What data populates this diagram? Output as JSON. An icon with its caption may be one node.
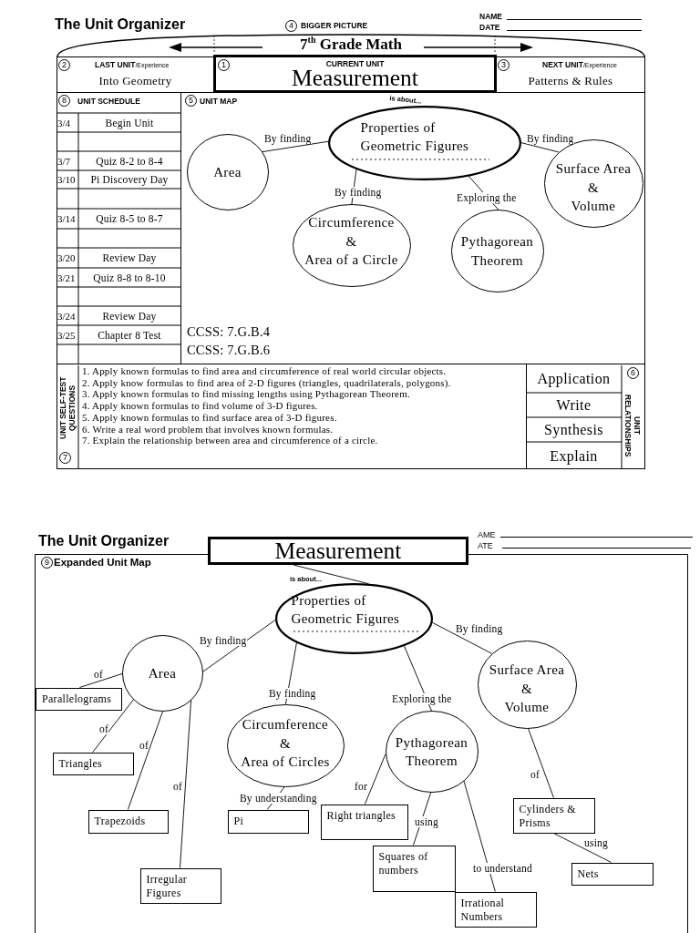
{
  "diagram": {
    "nodes": [
      {
        "text": [
          "BIGGER PICTURE",
          "7$^{th}$ Grade Math"
        ]
      },
      {
        "text": [
          "**LAST UNIT**/Experience",
          "Into Geometry"
        ]
      },
      {
        "text": [
          "CURRENT UNIT",
          "Measurement"
        ]
      },
      {
        "text": [
          "**NEXT UNIT**/Experience",
          "Patterns & Rules"
        ]
      },
      {
        "text": [
          "UNIT SCHEDULE"
        ]
      },
      {
        "text": [
          "UNIT MAP",
          "CCSS: 7.G.B.4",
          "CCSS: 7.G.B.6"
        ]
      },
      {
        "text": [
          "Properties of Geometric Figures"
        ],
        "in": 5
      },
      {
        "text": [
          "Area"
        ],
        "in": 5
      },
      {
        "text": [
          "Surface Area & Volume"
        ],
        "in": 5
      },
      {
        "text": [
          "Circumference & Area of a Circle"
        ],
        "in": 5
      },
      {
        "text": [
          "Pythagorean Theorem"
        ],
        "in": 5
      },
      {
        "text": [
          "UNIT SELF-TEST QUESTIONS",
          "1. Apply known formulas to find area and circumference of real world circular objects.",
          "2. Apply know formulas to find area of 2-D figures (triangles, quadrilaterals, polygons).",
          "3. Apply known formulas to find missing lengths using Pythagorean Theorem.",
          "4. Apply known formulas to find volume of 3-D figures.",
          "5. Apply known formulas to find surface area of 3-D figures.",
          "6. Write a real word problem that involves known formulas.",
          "7. Explain the relationship between area and circumference of a circle."
        ]
      },
      {
        "text": [
          "UNIT RELATIONSHIPS"
        ]
      },
      {
        "text": [
          "Measurement"
        ]
      },
      {
        "text": [
          "Expanded Unit Map"
        ]
      },
      {
        "text": [
          "Properties of Geometric Figures"
        ],
        "in": 14
      },
      {
        "text": [
          "Area"
        ],
        "in": 14
      },
      {
        "text": [
          "Circumference & Area of Circles"
        ],
        "in": 14
      },
      {
        "text": [
          "Pythagorean Theorem"
        ],
        "in": 14
      },
      {
        "text": [
          "Surface Area & Volume"
        ],
        "in": 14
      },
      {
        "text": [
          "Parallelograms"
        ],
        "in": 14
      },
      {
        "text": [
          "Triangles"
        ],
        "in": 14
      },
      {
        "text": [
          "Trapezoids"
        ],
        "in": 14
      },
      {
        "text": [
          "Irregular Figures"
        ],
        "in": 14
      },
      {
        "text": [
          "Pi"
        ],
        "in": 14
      },
      {
        "text": [
          "Right triangles"
        ],
        "in": 14
      },
      {
        "text": [
          "Squares of numbers"
        ],
        "in": 14
      },
      {
        "text": [
          "Irrational Numbers"
        ],
        "in": 14
      },
      {
        "text": [
          "Cylinders & Prisms"
        ],
        "in": 14
      },
      {
        "text": [
          "Nets"
        ],
        "in": 14
      }
    ],
    "edges": [
      {
        "from": 6,
        "to": 7,
        "arrow": "none",
        "label": "By finding"
      },
      {
        "from": 6,
        "to": 8,
        "arrow": "none",
        "label": "By finding"
      },
      {
        "from": 6,
        "to": 9,
        "arrow": "none",
        "label": "By finding"
      },
      {
        "from": 6,
        "to": 10,
        "arrow": "none",
        "label": "Exploring the"
      },
      {
        "from": 13,
        "to": 15,
        "arrow": "none",
        "label": "is about..."
      },
      {
        "from": 15,
        "to": 16,
        "arrow": "none",
        "label": "By finding"
      },
      {
        "from": 15,
        "to": 17,
        "arrow": "none",
        "label": "By finding"
      },
      {
        "from": 15,
        "to": 18,
        "arrow": "none",
        "label": "Exploring the"
      },
      {
        "from": 15,
        "to": 19,
        "arrow": "none",
        "label": "By finding"
      },
      {
        "from": 16,
        "to": 20,
        "arrow": "none",
        "label": "of"
      },
      {
        "from": 16,
        "to": 21,
        "arrow": "none",
        "label": "of"
      },
      {
        "from": 16,
        "to": 22,
        "arrow": "none",
        "label": "of"
      },
      {
        "from": 16,
        "to": 23,
        "arrow": "none",
        "label": "of"
      },
      {
        "from": 17,
        "to": 24,
        "arrow": "none",
        "label": "By understanding"
      },
      {
        "from": 18,
        "to": 25,
        "arrow": "none",
        "label": "for"
      },
      {
        "from": 18,
        "to": 26,
        "arrow": "none",
        "label": "using"
      },
      {
        "from": 18,
        "to": 27,
        "arrow": "none",
        "label": "to understand"
      },
      {
        "from": 19,
        "to": 28,
        "arrow": "none",
        "label": "of"
      },
      {
        "from": 28,
        "to": 29,
        "arrow": "none",
        "label": "using"
      }
    ],
    "labels": [
      "The Unit Organizer",
      "4",
      "NAME",
      "DATE",
      "2",
      "1",
      "3",
      "8",
      "5",
      "is about...",
      "3/4",
      "Begin Unit",
      "3/7",
      "Quiz 8-2 to 8-4",
      "3/10",
      "Pi Discovery Day",
      "3/14",
      "Quiz 8-5 to 8-7",
      "3/20",
      "Review Day",
      "3/21",
      "Quiz 8-8 to 8-10",
      "3/24",
      "Review Day",
      "3/25",
      "Chapter 8 Test",
      "6",
      "Application",
      "Write",
      "Synthesis",
      "Explain",
      "7",
      "The Unit Organizer",
      "AME",
      "ATE",
      "9"
    ]
  }
}
